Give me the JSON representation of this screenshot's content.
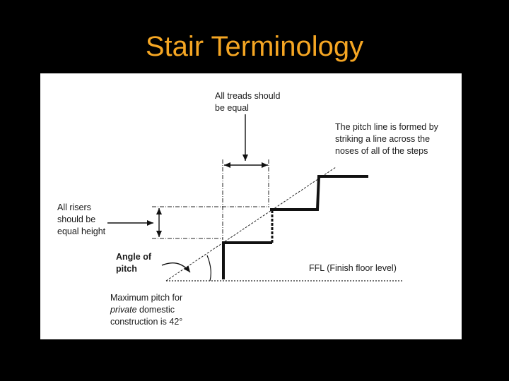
{
  "slide": {
    "title": "Stair Terminology",
    "title_color": "#f5a623",
    "background": "#000000"
  },
  "diagram": {
    "treads_label": {
      "line1": "All treads should",
      "line2": "be equal"
    },
    "pitch_line_label": {
      "line1": "The pitch line is formed by",
      "line2": "striking a line across the",
      "line3": "noses of all of the steps"
    },
    "risers_label": {
      "line1": "All risers",
      "line2": "should be",
      "line3": "equal height"
    },
    "angle_label": {
      "line1": "Angle of",
      "line2": "pitch"
    },
    "ffl_label": "FFL (Finish floor level)",
    "max_pitch_label": {
      "line1": "Maximum pitch for",
      "line2_italic": "private",
      "line2_rest": " domestic",
      "line3": "construction is 42°"
    }
  }
}
